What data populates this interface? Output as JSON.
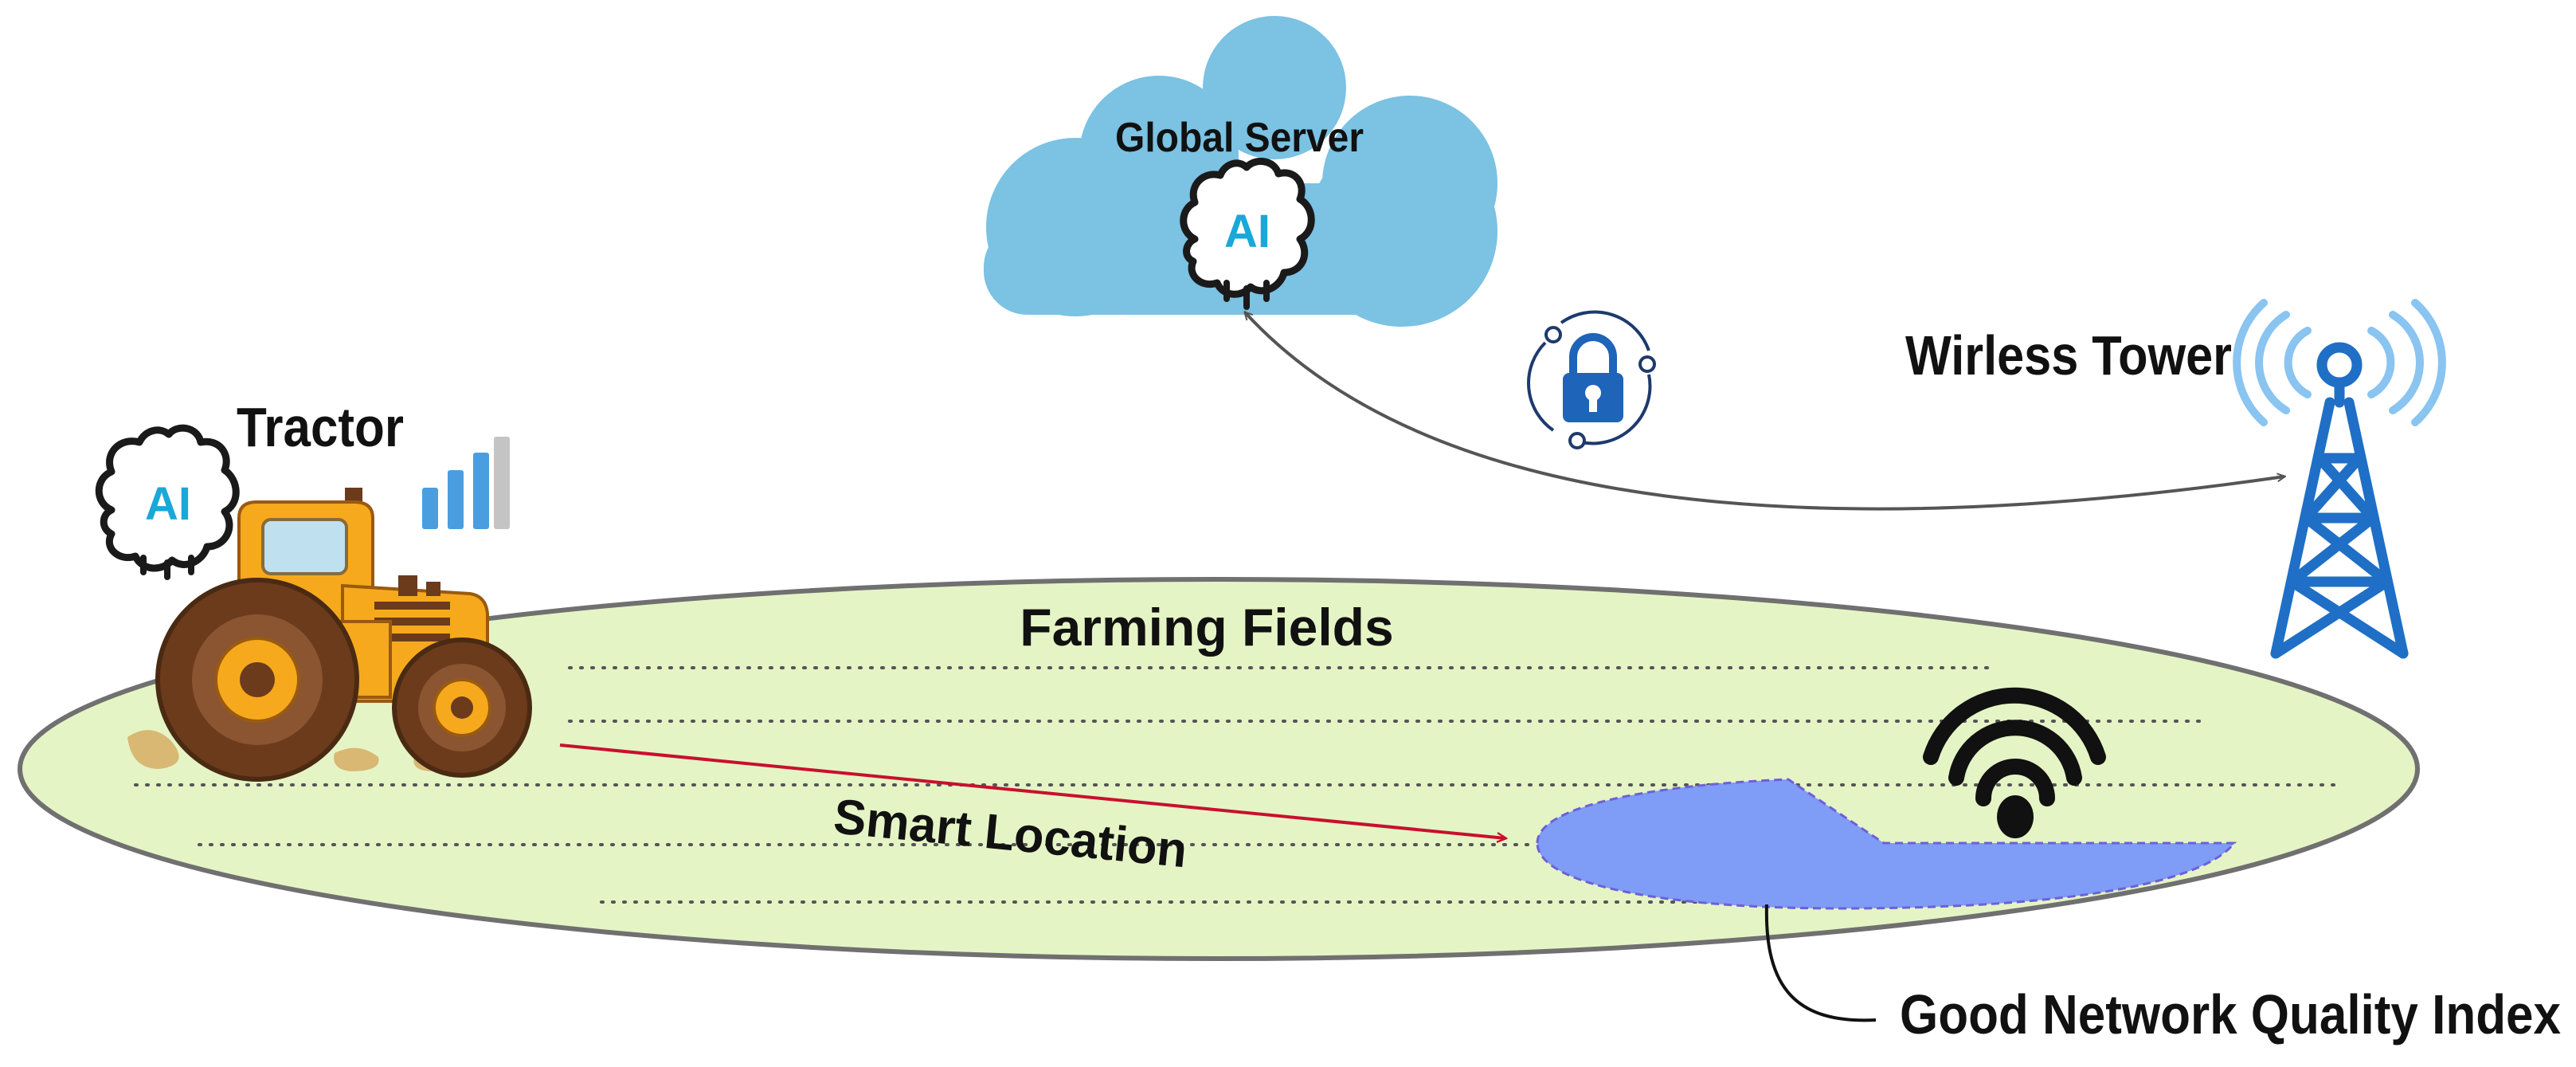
{
  "labels": {
    "global_server": "Global Server",
    "wireless_tower": "Wirless Tower",
    "tractor": "Tractor",
    "farming_fields": "Farming Fields",
    "smart_location": "Smart Location",
    "network_quality": "Good Network Quality Index"
  },
  "icons": {
    "server_ai": "AI",
    "tractor_ai": "AI"
  },
  "colors": {
    "cloud": "#7bc2e3",
    "field_fill": "#e5f4c5",
    "field_stroke": "#707070",
    "zone_fill": "#7f9cf7",
    "zone_stroke": "#6f5fd8",
    "tower": "#1f6fc6",
    "tower_waves": "#8ac4f0",
    "arrow_red": "#c8102e",
    "arrow_gray": "#555555",
    "tractor_body": "#f6a91c",
    "tractor_wheel": "#6b3b1c",
    "ai_text": "#19a8d8",
    "signal_blue": "#4a9ee0",
    "signal_gray": "#c4c4c4",
    "lock": "#1e64b8"
  }
}
